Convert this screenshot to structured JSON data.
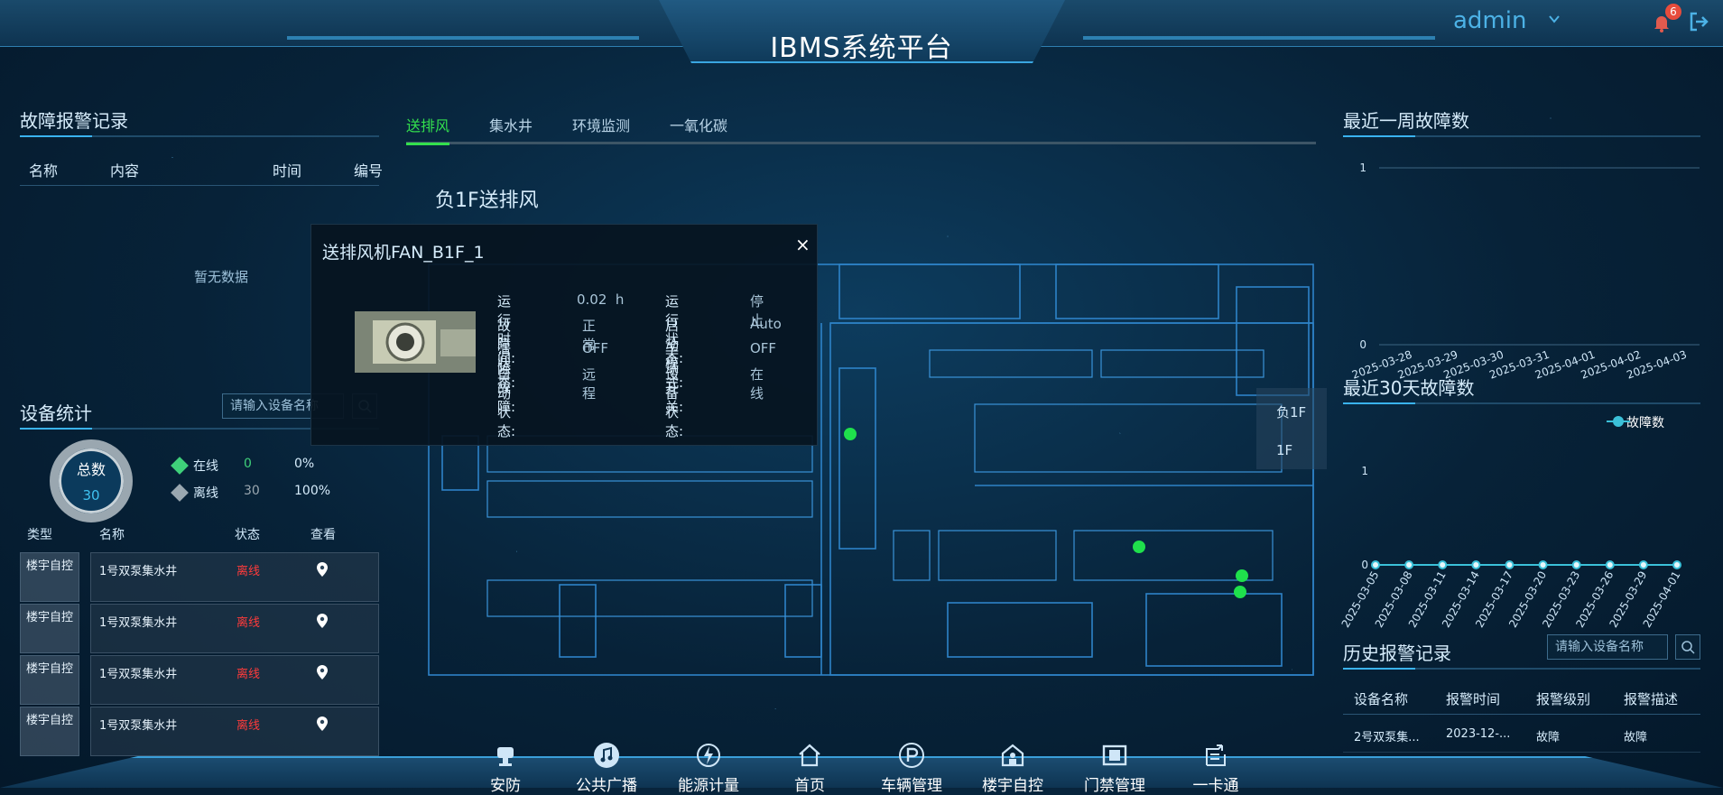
{
  "header": {
    "title": "IBMS系统平台",
    "user": "admin",
    "alarm_count": "6"
  },
  "left": {
    "fault_title": "故障报警记录",
    "fault_columns": [
      "名称",
      "内容",
      "时间",
      "编号"
    ],
    "no_data": "暂无数据",
    "device_title": "设备统计",
    "search_placeholder": "请输入设备名称",
    "total_label": "总数",
    "total_value": "30",
    "online": {
      "label": "在线",
      "count": "0",
      "pct": "0%"
    },
    "offline": {
      "label": "离线",
      "count": "30",
      "pct": "100%"
    },
    "device_columns": [
      "类型",
      "名称",
      "状态",
      "查看"
    ],
    "devices": [
      {
        "type": "楼宇自控",
        "name": "1号双泵集水井",
        "status": "离线"
      },
      {
        "type": "楼宇自控",
        "name": "1号双泵集水井",
        "status": "离线"
      },
      {
        "type": "楼宇自控",
        "name": "1号双泵集水井",
        "status": "离线"
      },
      {
        "type": "楼宇自控",
        "name": "1号双泵集水井",
        "status": "离线"
      }
    ]
  },
  "center": {
    "tabs": [
      {
        "label": "送排风",
        "active": true
      },
      {
        "label": "集水井",
        "active": false
      },
      {
        "label": "环境监测",
        "active": false
      },
      {
        "label": "一氧化碳",
        "active": false
      }
    ],
    "floor_title": "负1F送排风",
    "floor_labels": [
      "负1F",
      "1F"
    ]
  },
  "popup": {
    "title": "送排风机FAN_B1F_1",
    "close": "×",
    "fields": [
      {
        "key": "运行时间:",
        "value": "0.02  h"
      },
      {
        "key": "运行状态:",
        "value": "停止"
      },
      {
        "key": "故障状态:",
        "value": "正常"
      },
      {
        "key": "启动模式:",
        "value": "Auto"
      },
      {
        "key": "清除故障:",
        "value": "OFF"
      },
      {
        "key": "手动开关:",
        "value": "OFF"
      },
      {
        "key": "自动状态:",
        "value": "远程"
      },
      {
        "key": "设备状态:",
        "value": "在线"
      }
    ]
  },
  "right": {
    "week_title": "最近一周故障数",
    "month_title": "最近30天故障数",
    "legend": "故障数",
    "history_title": "历史报警记录",
    "search_placeholder": "请输入设备名称",
    "history_columns": [
      "设备名称",
      "报警时间",
      "报警级别",
      "报警描述"
    ],
    "history_rows": [
      {
        "device": "2号双泵集...",
        "time": "2023-12-...",
        "level": "故障",
        "desc": "故障"
      }
    ]
  },
  "chart_data": [
    {
      "type": "bar",
      "title": "最近一周故障数",
      "categories": [
        "2025-03-28",
        "2025-03-29",
        "2025-03-30",
        "2025-03-31",
        "2025-04-01",
        "2025-04-02",
        "2025-04-03"
      ],
      "values": [
        0,
        0,
        0,
        0,
        0,
        0,
        0
      ],
      "ylim": [
        0,
        1
      ],
      "yticks": [
        "1",
        "0"
      ],
      "grid": true
    },
    {
      "type": "line",
      "title": "最近30天故障数",
      "series": [
        {
          "name": "故障数",
          "values": [
            0,
            0,
            0,
            0,
            0,
            0,
            0,
            0,
            0,
            0
          ]
        }
      ],
      "categories": [
        "2025-03-05",
        "2025-03-08",
        "2025-03-11",
        "2025-03-14",
        "2025-03-17",
        "2025-03-20",
        "2025-03-23",
        "2025-03-26",
        "2025-03-29",
        "2025-04-01"
      ],
      "ylim": [
        0,
        1
      ],
      "yticks": [
        "1",
        "0"
      ],
      "legend": "top-right",
      "color": "#3bc1d9"
    }
  ],
  "nav": [
    {
      "label": "安防",
      "icon": "camera-icon"
    },
    {
      "label": "公共广播",
      "icon": "music-icon"
    },
    {
      "label": "能源计量",
      "icon": "energy-icon"
    },
    {
      "label": "首页",
      "icon": "home-icon"
    },
    {
      "label": "车辆管理",
      "icon": "parking-icon"
    },
    {
      "label": "楼宇自控",
      "icon": "building-icon"
    },
    {
      "label": "门禁管理",
      "icon": "door-icon"
    },
    {
      "label": "一卡通",
      "icon": "card-icon"
    }
  ]
}
